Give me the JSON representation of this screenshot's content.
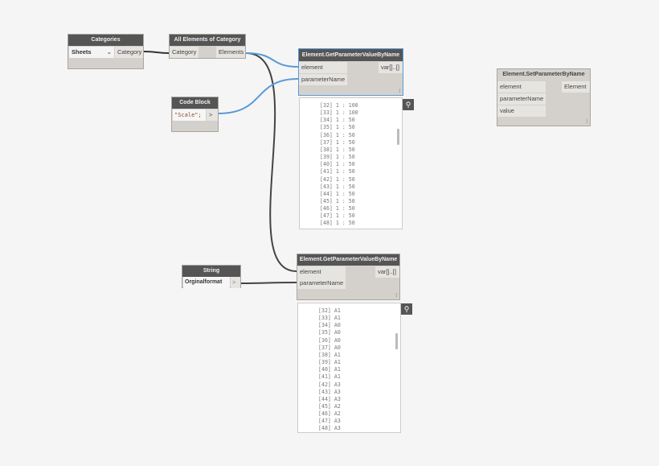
{
  "nodes": {
    "categories": {
      "title": "Categories",
      "dropdown_value": "Sheets",
      "output": "Category"
    },
    "all_elements": {
      "title": "All Elements of Category",
      "input": "Category",
      "output": "Elements"
    },
    "get_param_1": {
      "title": "Element.GetParameterValueByName",
      "inputs": [
        "element",
        "parameterName"
      ],
      "output": "var[]..[]"
    },
    "code_block": {
      "title": "Code Block",
      "code": "\"Scale\";",
      "output": ">"
    },
    "string": {
      "title": "String",
      "value": "Orginalformat",
      "output": ">"
    },
    "get_param_2": {
      "title": "Element.GetParameterValueByName",
      "inputs": [
        "element",
        "parameterName"
      ],
      "output": "var[]..[]"
    },
    "set_param": {
      "title": "Element.SetParameterByName",
      "inputs": [
        "element",
        "parameterName",
        "value"
      ],
      "output": "Element"
    }
  },
  "preview_1": {
    "items": [
      "[32] 1 : 100",
      "[33] 1 : 100",
      "[34] 1 : 50",
      "[35] 1 : 50",
      "[36] 1 : 50",
      "[37] 1 : 50",
      "[38] 1 : 50",
      "[39] 1 : 50",
      "[40] 1 : 50",
      "[41] 1 : 50",
      "[42] 1 : 50",
      "[43] 1 : 50",
      "[44] 1 : 50",
      "[45] 1 : 50",
      "[46] 1 : 50",
      "[47] 1 : 50",
      "[48] 1 : 50"
    ]
  },
  "preview_2": {
    "items": [
      "[32] A1",
      "[33] A1",
      "[34] A0",
      "[35] A0",
      "[36] A0",
      "[37] A0",
      "[38] A1",
      "[39] A1",
      "[40] A1",
      "[41] A1",
      "[42] A3",
      "[43] A3",
      "[44] A3",
      "[45] A2",
      "[46] A2",
      "[47] A3",
      "[48] A3"
    ]
  },
  "colors": {
    "selected_wire": "#5a9ad8",
    "wire": "#3a3a3a",
    "node_header": "#555555"
  }
}
